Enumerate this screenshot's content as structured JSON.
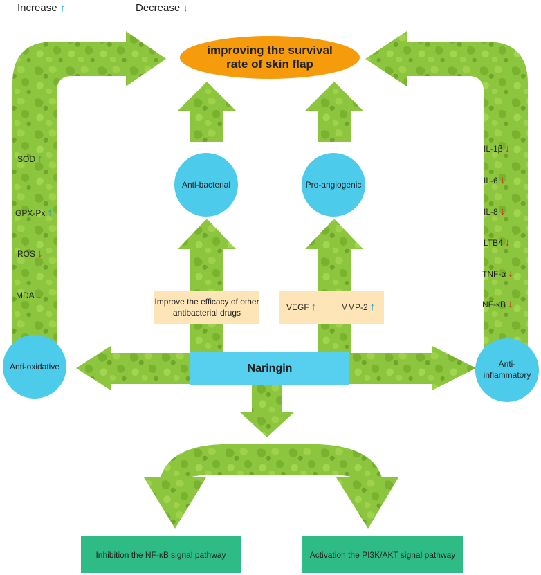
{
  "legend": {
    "increase_label": "Increase",
    "decrease_label": "Decrease",
    "up_glyph": "↑",
    "down_glyph": "↓"
  },
  "goal": {
    "text": "improving the survival rate of skin flap"
  },
  "center": {
    "text": "Naringin"
  },
  "nodes": {
    "anti_oxidative": "Anti-oxidative",
    "anti_inflammatory": "Anti-inflammatory",
    "anti_bacterial": "Anti-bacterial",
    "pro_angiogenic": "Pro-angiogenic"
  },
  "boxes": {
    "antibacterial_note": "Improve the efficacy of other antibacterial drugs",
    "vegf": "VEGF",
    "mmp2": "MMP-2",
    "nfkb_pathway": "Inhibition the NF-κB signal pathway",
    "pi3k_pathway": "Activation the PI3K/AKT signal pathway"
  },
  "oxidative_markers": [
    {
      "label": "SOD",
      "direction": "increase"
    },
    {
      "label": "GPX-Px",
      "direction": "increase"
    },
    {
      "label": "ROS",
      "direction": "decrease"
    },
    {
      "label": "MDA",
      "direction": "decrease"
    }
  ],
  "inflammatory_markers": [
    {
      "label": "IL-1β",
      "direction": "decrease"
    },
    {
      "label": "IL-6",
      "direction": "decrease"
    },
    {
      "label": "IL-8",
      "direction": "decrease"
    },
    {
      "label": "LTB4",
      "direction": "decrease"
    },
    {
      "label": "TNF-α",
      "direction": "decrease"
    },
    {
      "label": "NF-κB",
      "direction": "decrease"
    }
  ],
  "colors": {
    "arrow_green": "#8cc63f",
    "arrow_green_dark": "#76ad2e",
    "circle_blue": "#4ccbea",
    "center_blue": "#57d0ef",
    "goal_orange": "#f59b0c",
    "note_beige": "#fde5b8",
    "pathway_green": "#2fbb86",
    "increase_color": "#1a9ad6",
    "decrease_color": "#e0201e"
  }
}
